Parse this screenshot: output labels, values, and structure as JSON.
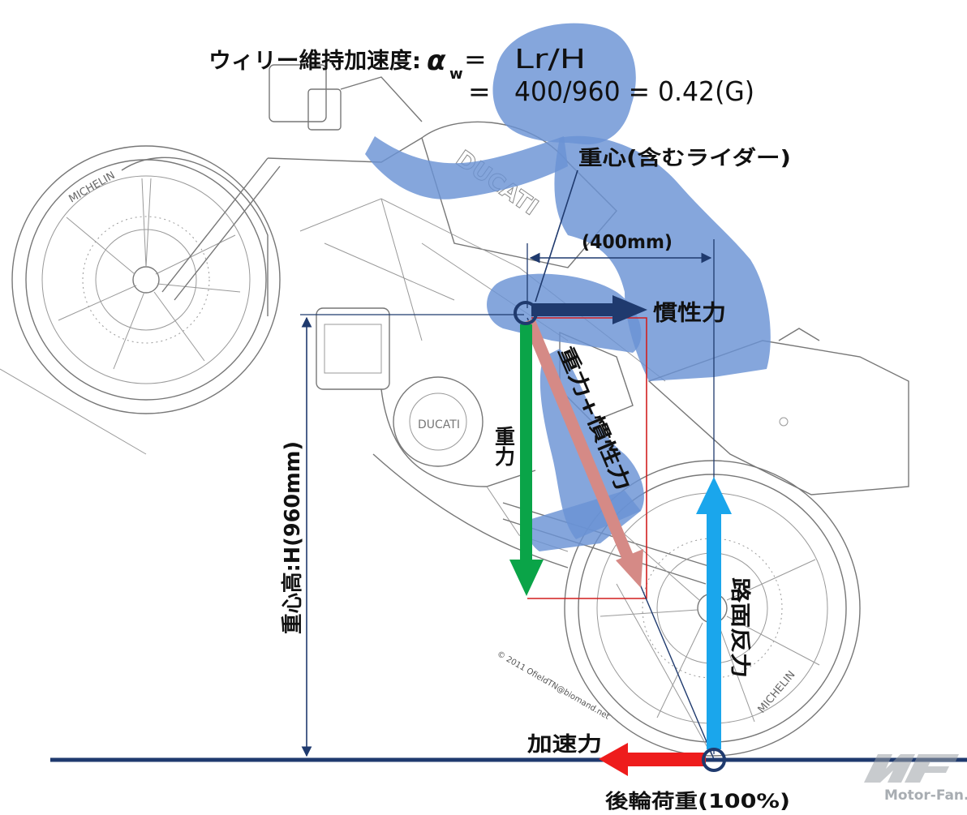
{
  "formula": {
    "title": "ウィリー維持加速度:",
    "alpha": "α",
    "alpha_sub": "w",
    "eq_sign_1": "=",
    "expr_1": "Lr/H",
    "eq_sign_2": "=",
    "expr_2": "400/960 = 0.42(G)"
  },
  "labels": {
    "center_of_gravity": "重心(含むライダー)",
    "lr_dimension": "(400mm)",
    "inertia_force": "慣性力",
    "gravity": "重力",
    "resultant_force": "重力+慣性力",
    "cg_height": "重心高:H(960mm)",
    "road_reaction": "路面反力",
    "acceleration_force": "加速力",
    "rear_wheel_load": "後輪荷重(100%)"
  },
  "logos": {
    "tire_text": "MICHELIN",
    "brand_text": "DUCATI",
    "copyright": "© 2011 OfieldTN@biomand.net",
    "watermark": "Motor-Fan.jp"
  },
  "colors": {
    "rider": "#6a93d4",
    "inertia_arrow": "#1f3a6e",
    "gravity_arrow": "#0aa448",
    "resultant_arrow": "#d58a86",
    "road_reaction_arrow": "#1aa6ec",
    "acceleration_arrow": "#ee1c1c",
    "ground_line": "#1f3a6e",
    "dimension_line": "#1f3a6e",
    "force_box": "#d21f1f"
  }
}
